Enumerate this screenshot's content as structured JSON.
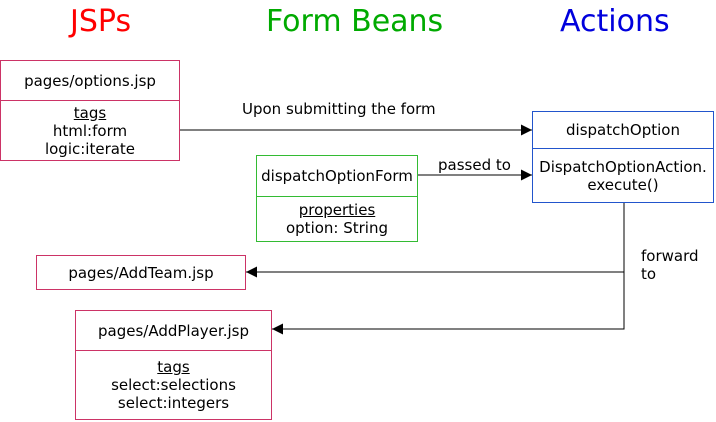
{
  "headings": {
    "jsps": "JSPs",
    "form_beans": "Form Beans",
    "actions": "Actions"
  },
  "colors": {
    "jsp": "#ff0000",
    "form_bean": "#00aa00",
    "action": "#0000dd",
    "jsp_border": "#cc3366",
    "form_border": "#33bb33",
    "action_border": "#2255cc"
  },
  "nodes": {
    "options_jsp": {
      "title": "pages/options.jsp",
      "section": "tags",
      "items": [
        "html:form",
        "logic:iterate"
      ]
    },
    "dispatch_form": {
      "title": "dispatchOptionForm",
      "section": "properties",
      "items": [
        "option: String"
      ]
    },
    "dispatch_action": {
      "title": "dispatchOption",
      "body": [
        "DispatchOptionAction.",
        "execute()"
      ]
    },
    "addteam_jsp": {
      "title": "pages/AddTeam.jsp"
    },
    "addplayer_jsp": {
      "title": "pages/AddPlayer.jsp",
      "section": "tags",
      "items": [
        "select:selections",
        "select:integers"
      ]
    }
  },
  "edges": {
    "submit": "Upon submitting the form",
    "passed": "passed to",
    "forward": [
      "forward",
      "to"
    ]
  }
}
